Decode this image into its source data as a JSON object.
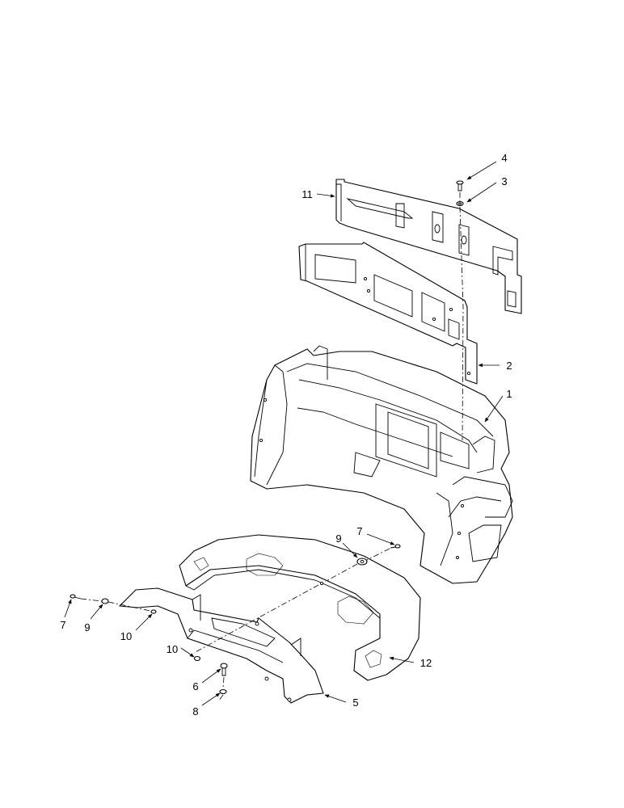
{
  "callouts": {
    "c1": "1",
    "c2": "2",
    "c3": "3",
    "c4": "4",
    "c5": "5",
    "c6": "6",
    "c7a": "7",
    "c7b": "7",
    "c8": "8",
    "c9a": "9",
    "c9b": "9",
    "c10a": "10",
    "c10b": "10",
    "c11": "11",
    "c12": "12"
  }
}
